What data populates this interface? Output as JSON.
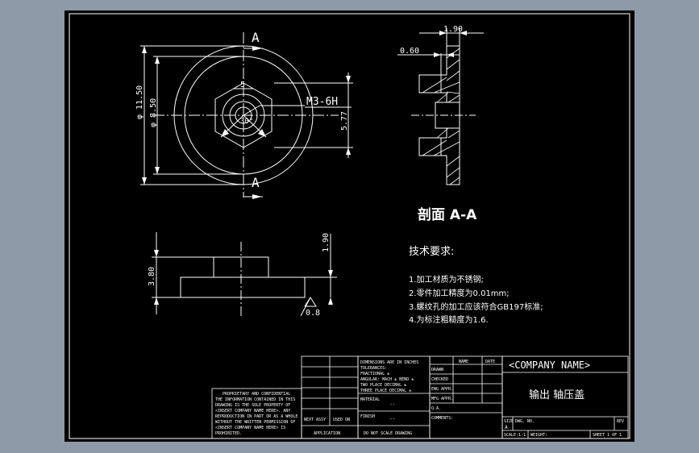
{
  "drawing": {
    "section_mark_top": "A",
    "section_mark_bottom": "A",
    "dim_outer_diameter": "φ 11.50",
    "dim_inner_diameter": "φ 8.50",
    "dim_hex_flat": "5",
    "dim_thread": "M3-6H",
    "dim_hex_height": "5.77",
    "dim_angle": "30°",
    "dim_section_width": "1.90",
    "dim_section_offset": "0.60",
    "section_title": "剖面 A-A",
    "dim_side_height": "3.80",
    "dim_side_top": "1.90",
    "surface_roughness": "0.8"
  },
  "requirements": {
    "title": "技术要求:",
    "items": [
      "1.加工材质为不锈钢;",
      "2.零件加工精度为0.01mm;",
      "3.螺纹孔的加工应该符合GB197标准;",
      "4.为标注粗糙度为1.6."
    ]
  },
  "title_block": {
    "company": "<COMPANY NAME>",
    "part_name": "输出 轴压盖",
    "tolerance_notes": [
      "DIMENSIONS ARE IN INCHES",
      "TOLERANCES:",
      "FRACTIONAL ±",
      "ANGULAR: MACH ±   BEND ±",
      "TWO PLACE DECIMAL  ±",
      "THREE PLACE DECIMAL ±"
    ],
    "name_header": "NAME",
    "date_header": "DATE",
    "roles": [
      "DRAWN",
      "CHECKED",
      "ENG APPR.",
      "MFG APPR.",
      "Q.A.",
      "COMMENTS:"
    ],
    "material_label": "MATERIAL",
    "material_value": "--",
    "finish_label": "FINISH",
    "finish_value": "--",
    "next_assy": "NEXT ASSY",
    "used_on": "USED ON",
    "application": "APPLICATION",
    "do_not_scale": "DO NOT SCALE DRAWING",
    "size_label": "SIZE",
    "size_value": "A",
    "dwg_no_label": "DWG. NO.",
    "rev_label": "REV",
    "scale_label": "SCALE:1:1",
    "weight_label": "WEIGHT:",
    "sheet_label": "SHEET 1 OF 1",
    "proprietary": [
      "PROPRIETARY AND CONFIDENTIAL",
      "THE INFORMATION CONTAINED IN THIS",
      "DRAWING IS THE SOLE PROPERTY OF",
      "<INSERT COMPANY NAME HERE>. ANY",
      "REPRODUCTION IN PART OR AS A WHOLE",
      "WITHOUT THE WRITTEN PERMISSION OF",
      "<INSERT COMPANY NAME HERE> IS",
      "PROHIBITED."
    ]
  }
}
